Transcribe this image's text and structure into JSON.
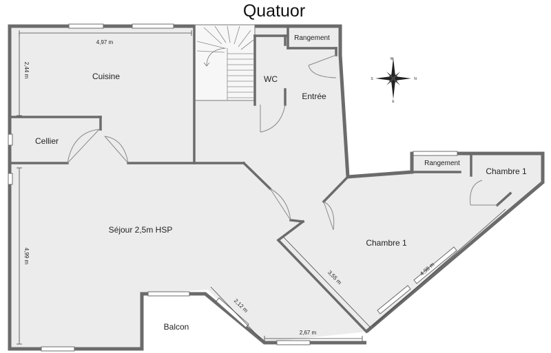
{
  "title": "Quatuor",
  "rooms": {
    "cuisine": "Cuisine",
    "cellier": "Cellier",
    "sejour": "Séjour 2,5m HSP",
    "balcon": "Balcon",
    "wc": "WC",
    "entree": "Entrée",
    "rangement_1": "Rangement",
    "rangement_2": "Rangement",
    "chambre_1_label": "Chambre 1",
    "chambre_1_corner": "Chambre 1"
  },
  "dimensions": {
    "cuisine_width": "4,97 m",
    "cuisine_height": "2,44 m",
    "sejour_height": "4,99 m",
    "balcon_diagonal": "2,12 m",
    "balcon_width": "2,67 m",
    "chambre_diagonal_left": "3,55 m",
    "chambre_diagonal_right": "4,98 m"
  },
  "compass": {
    "w": "W",
    "n": "N",
    "e": "E",
    "s": "S"
  },
  "colors": {
    "wall": "#6b6b6b",
    "floor": "#ececec",
    "window": "#ffffff",
    "door": "#888888"
  }
}
